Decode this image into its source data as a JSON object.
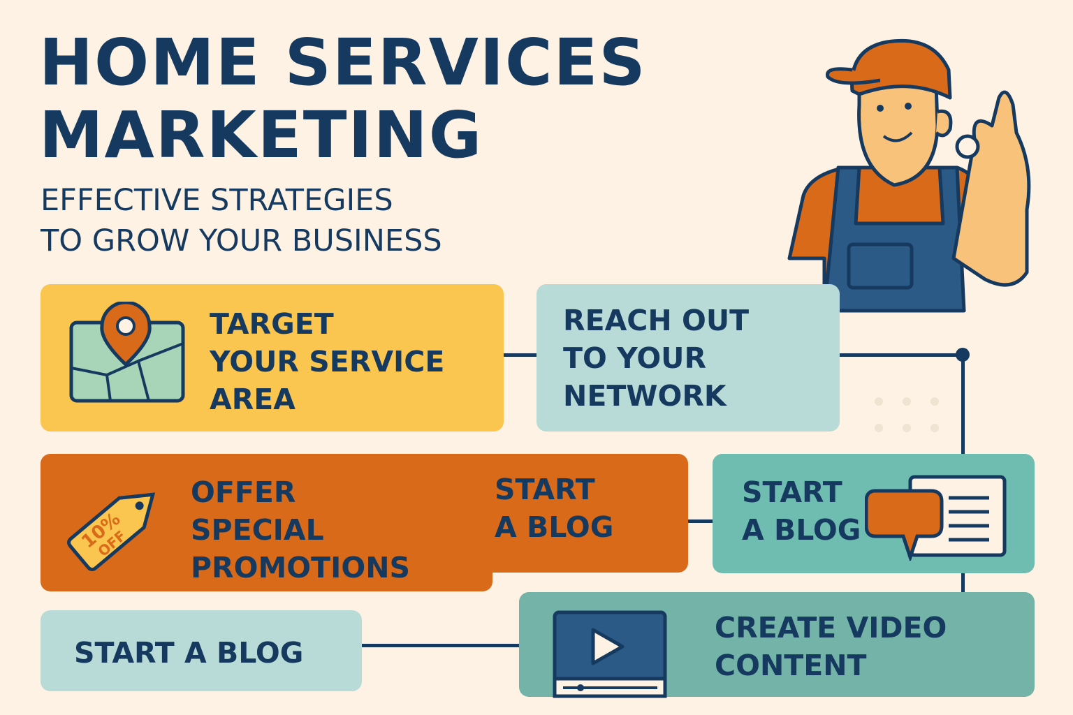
{
  "header": {
    "title_line1": "HOME SERVICES",
    "title_line2": "MARKETING",
    "subtitle_line1": "EFFECTIVE STRATEGIES",
    "subtitle_line2": "TO GROW YOUR BUSINESS"
  },
  "cards": {
    "target": {
      "line1": "TARGET",
      "line2": "YOUR SERVICE",
      "line3": "AREA",
      "icon": "map-pin-icon"
    },
    "network": {
      "line1": "REACH OUT",
      "line2": "TO YOUR",
      "line3": "NETWORK"
    },
    "promotions": {
      "line1": "OFFER",
      "line2": "SPECIAL",
      "line3": "PROMOTIONS",
      "tag_text1": "10%",
      "tag_text2": "OFF",
      "icon": "discount-tag-icon"
    },
    "blog_orange": {
      "line1": "START",
      "line2": "A BLOG"
    },
    "blog_teal": {
      "line1": "START",
      "line2": "A BLOG",
      "icon": "chat-document-icon"
    },
    "blog_small": {
      "label": "START A BLOG"
    },
    "video": {
      "line1": "CREATE VIDEO",
      "line2": "CONTENT",
      "icon": "video-player-icon"
    }
  },
  "colors": {
    "background": "#fdf2e4",
    "navy": "#163a5f",
    "yellow": "#fbc64f",
    "light_teal": "#b8dbd7",
    "orange": "#d96a1a",
    "teal": "#6fbcb0",
    "video_teal": "#74b3a8"
  }
}
